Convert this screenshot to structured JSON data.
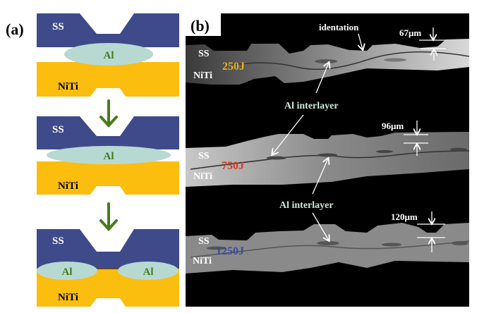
{
  "panel_a": {
    "label": "(a)",
    "stages": [
      {
        "top": "SS",
        "interlayer": [
          "Al"
        ],
        "bottom": "NiTi"
      },
      {
        "top": "SS",
        "interlayer": [
          "Al"
        ],
        "bottom": "NiTi"
      },
      {
        "top": "SS",
        "interlayer": [
          "Al",
          "Al"
        ],
        "bottom": "NiTi"
      }
    ],
    "colors": {
      "ss": "#3f4a8a",
      "niti": "#fbbd0e",
      "al": "#b8d9d2",
      "al_text": "#3f7a1e",
      "arrow": "#4a7a1e"
    }
  },
  "panel_b": {
    "label": "(b)",
    "indentation_label": "identation",
    "interlayer_labels": [
      "Al interlayer",
      "Al interlayer"
    ],
    "samples": [
      {
        "energy": "250J",
        "energy_color": "#e8b020",
        "top": "SS",
        "bottom": "NiTi",
        "depth": "67μm"
      },
      {
        "energy": "750J",
        "energy_color": "#d83a2a",
        "top": "SS",
        "bottom": "NiTi",
        "depth": "96μm"
      },
      {
        "energy": "1250J",
        "energy_color": "#3a4a9a",
        "top": "SS",
        "bottom": "NiTi",
        "depth": "120μm"
      }
    ]
  }
}
